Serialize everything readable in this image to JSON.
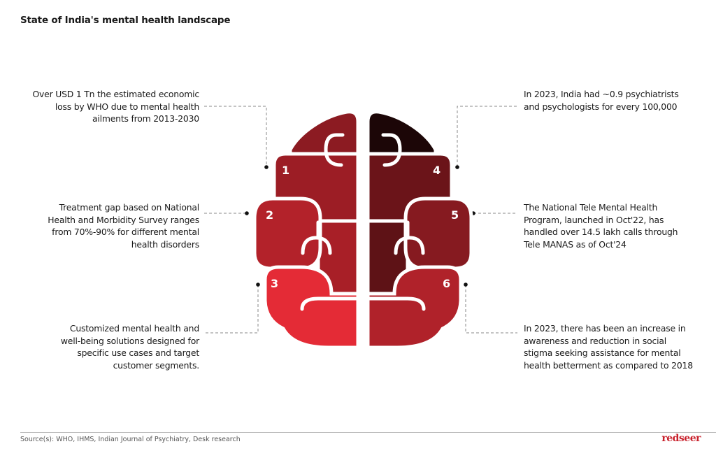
{
  "title": "State of India's mental health landscape",
  "callouts": [
    {
      "number": "1",
      "lines": [
        "Over USD 1 Tn the estimated economic",
        "loss by WHO due to mental health",
        "ailments from 2013-2030"
      ]
    },
    {
      "number": "2",
      "lines": [
        "Treatment gap based on National",
        "Health and Morbidity Survey ranges",
        "from 70%-90% for different mental",
        "health disorders"
      ]
    },
    {
      "number": "3",
      "lines": [
        "Customized mental health and",
        "well-being solutions designed for",
        "specific use cases and target",
        "customer segments."
      ]
    },
    {
      "number": "4",
      "lines": [
        "In 2023, India had ~0.9 psychiatrists",
        "and psychologists for every 100,000"
      ]
    },
    {
      "number": "5",
      "lines": [
        "The National Tele Mental Health",
        "Program, launched in Oct'22, has",
        "handled over 14.5 lakh calls through",
        "Tele MANAS as of Oct'24"
      ]
    },
    {
      "number": "6",
      "lines": [
        "In 2023, there has been an increase in",
        "awareness and reduction in social",
        "stigma seeking assistance for mental",
        "health betterment as compared to 2018"
      ]
    }
  ],
  "footer": {
    "source": "Source(s): WHO, IHMS, Indian Journal of Psychiatry, Desk research",
    "logo": "redseer"
  },
  "colors": {
    "left_top": "#8c1b22",
    "piece1": "#9c1d25",
    "piece2": "#b3222a",
    "piece3": "#e42b36",
    "left_column": "#a81f27",
    "right_top": "#1c0607",
    "piece4": "#6b1419",
    "piece5": "#861a20",
    "piece6": "#b0222a",
    "right_column": "#5e1216"
  }
}
